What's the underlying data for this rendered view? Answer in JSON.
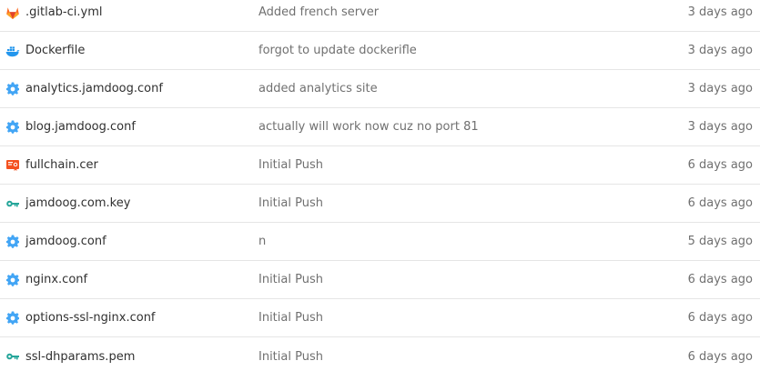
{
  "files": [
    {
      "name": ".gitlab-ci.yml",
      "icon": "gitlab-icon",
      "commit": "Added french server",
      "date": "3 days ago"
    },
    {
      "name": "Dockerfile",
      "icon": "docker-icon",
      "commit": "forgot to update dockerifle",
      "date": "3 days ago"
    },
    {
      "name": "analytics.jamdoog.conf",
      "icon": "settings-gear-icon",
      "commit": "added analytics site",
      "date": "3 days ago"
    },
    {
      "name": "blog.jamdoog.conf",
      "icon": "settings-gear-icon",
      "commit": "actually will work now cuz no port 81",
      "date": "3 days ago"
    },
    {
      "name": "fullchain.cer",
      "icon": "certificate-icon",
      "commit": "Initial Push",
      "date": "6 days ago"
    },
    {
      "name": "jamdoog.com.key",
      "icon": "key-icon",
      "commit": "Initial Push",
      "date": "6 days ago"
    },
    {
      "name": "jamdoog.conf",
      "icon": "settings-gear-icon",
      "commit": "n",
      "date": "5 days ago"
    },
    {
      "name": "nginx.conf",
      "icon": "settings-gear-icon",
      "commit": "Initial Push",
      "date": "6 days ago"
    },
    {
      "name": "options-ssl-nginx.conf",
      "icon": "settings-gear-icon",
      "commit": "Initial Push",
      "date": "6 days ago"
    },
    {
      "name": "ssl-dhparams.pem",
      "icon": "key-icon",
      "commit": "Initial Push",
      "date": "6 days ago"
    }
  ],
  "colors": {
    "gitlab": "#e2432a",
    "docker": "#2396ed",
    "gear": "#42a5f5",
    "certificate": "#f4511e",
    "key": "#26a69a"
  }
}
